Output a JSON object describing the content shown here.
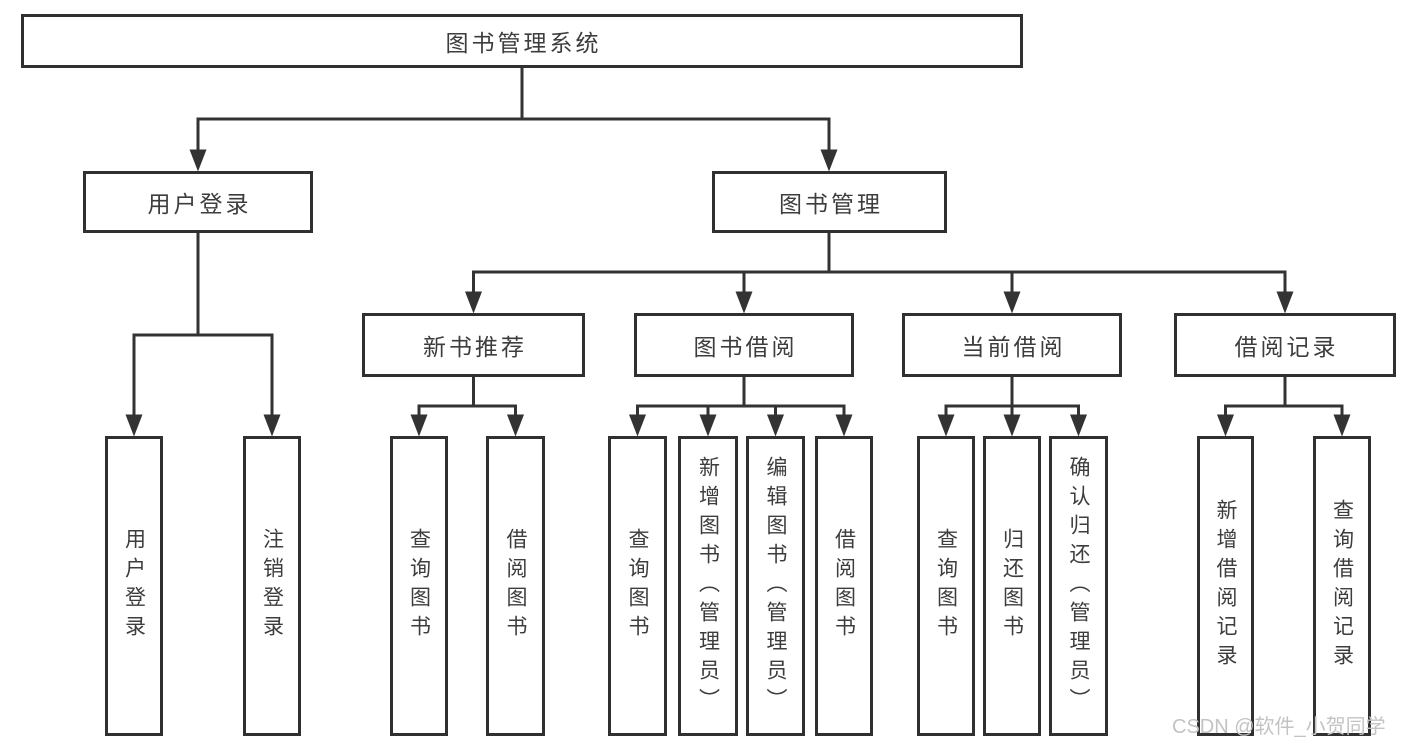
{
  "diagram_type": "hierarchy-tree",
  "colors": {
    "line": "#333333",
    "border": "#303030",
    "text": "#3d3d3d",
    "watermark": "#c3c3c3",
    "background": "#ffffff"
  },
  "tree": {
    "label": "图书管理系统",
    "children": [
      {
        "label": "用户登录",
        "children": [
          {
            "label": "用户登录"
          },
          {
            "label": "注销登录"
          }
        ]
      },
      {
        "label": "图书管理",
        "children": [
          {
            "label": "新书推荐",
            "children": [
              {
                "label": "查询图书"
              },
              {
                "label": "借阅图书"
              }
            ]
          },
          {
            "label": "图书借阅",
            "children": [
              {
                "label": "查询图书"
              },
              {
                "label": "新增图书（管理员）"
              },
              {
                "label": "编辑图书（管理员）"
              },
              {
                "label": "借阅图书"
              }
            ]
          },
          {
            "label": "当前借阅",
            "children": [
              {
                "label": "查询图书"
              },
              {
                "label": "归还图书"
              },
              {
                "label": "确认归还（管理员）"
              }
            ]
          },
          {
            "label": "借阅记录",
            "children": [
              {
                "label": "新增借阅记录"
              },
              {
                "label": "查询借阅记录"
              }
            ]
          }
        ]
      }
    ]
  },
  "watermark": {
    "text": "CSDN @软件_小贺同学"
  }
}
